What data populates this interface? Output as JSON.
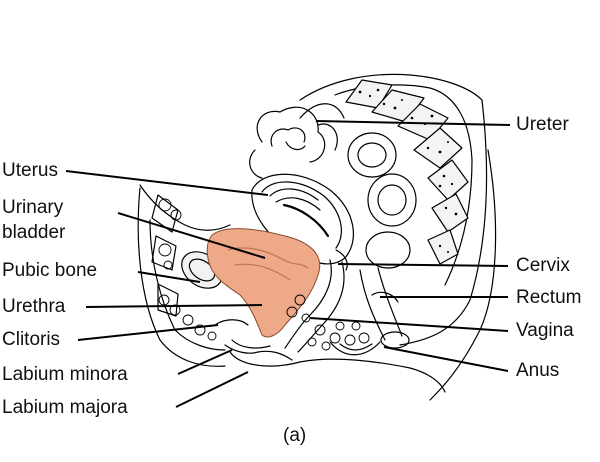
{
  "labels_left": [
    {
      "id": "uterus",
      "text": "Uterus"
    },
    {
      "id": "urinary-bladder",
      "text": "Urinary\nbladder"
    },
    {
      "id": "pubic-bone",
      "text": "Pubic bone"
    },
    {
      "id": "urethra",
      "text": "Urethra"
    },
    {
      "id": "clitoris",
      "text": "Clitoris"
    },
    {
      "id": "labium-minora",
      "text": "Labium minora"
    },
    {
      "id": "labium-majora",
      "text": "Labium majora"
    }
  ],
  "labels_right": [
    {
      "id": "ureter",
      "text": "Ureter"
    },
    {
      "id": "cervix",
      "text": "Cervix"
    },
    {
      "id": "rectum",
      "text": "Rectum"
    },
    {
      "id": "vagina",
      "text": "Vagina"
    },
    {
      "id": "anus",
      "text": "Anus"
    }
  ],
  "caption": "(a)",
  "colors": {
    "bladder": "#eeaa88",
    "bladder_dark": "#d98a68",
    "line": "#000000"
  }
}
